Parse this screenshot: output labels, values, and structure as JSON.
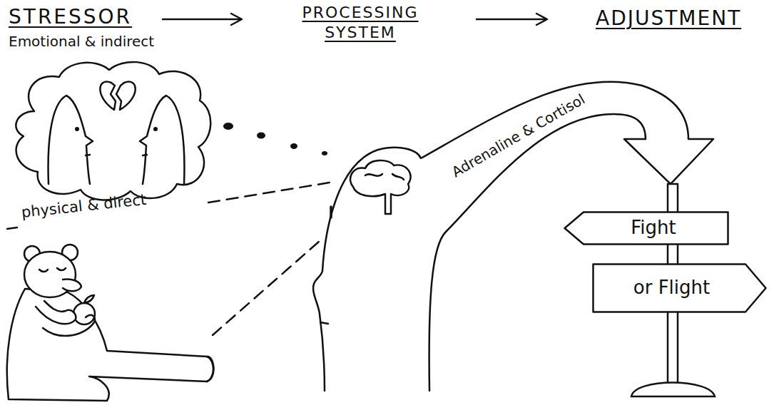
{
  "diagram": {
    "nodes": [
      {
        "text": [
          "Emotional & indirect"
        ]
      },
      {
        "text": [
          "Fight"
        ]
      },
      {
        "text": [
          "or Flight"
        ]
      }
    ],
    "labels": [
      "STRESSOR",
      "PROCESSING SYSTEM",
      "ADJUSTMENT",
      "physical & direct",
      "Adrenaline & Cortisol"
    ]
  }
}
